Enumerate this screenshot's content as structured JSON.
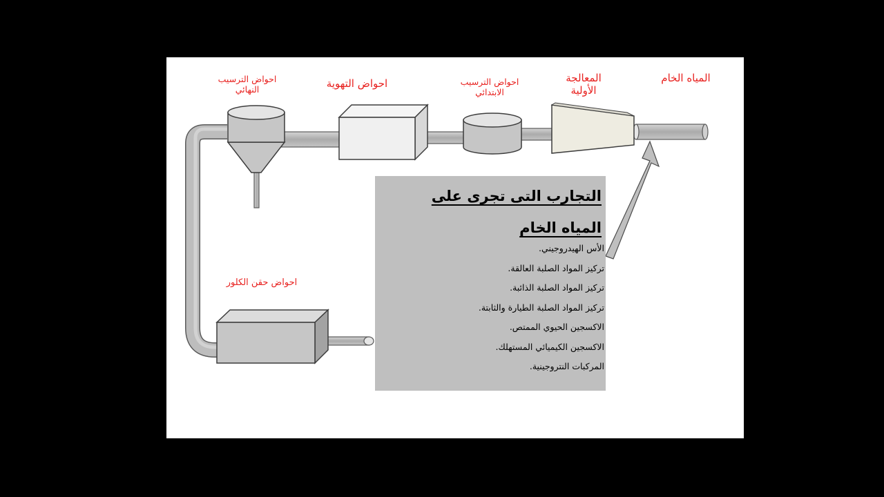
{
  "labels": {
    "raw_water": "المياه الخام",
    "pretreatment": "المعالجة الأولية",
    "primary_sedimentation": "احواض الترسيب الابتدائي",
    "aeration": "احواض التهوية",
    "final_sedimentation": "احواض الترسيب النهائي",
    "chlorination": "احواض حقن الكلور"
  },
  "info_box": {
    "title": "التجارب التى تجرى على المياه الخام",
    "items": [
      "الأس الهيدروجيني.",
      "تركيز المواد الصلبة العالقة.",
      "تركيز المواد الصلبة الذائبة.",
      "تركيز المواد الصلبة الطيارة والثابتة.",
      "الاكسجين الحيوي الممتص.",
      "الاكسجين الكيميائي المستهلك.",
      "المركبات النتروجينية."
    ]
  },
  "colors": {
    "label": "#e8201e",
    "equipment_fill": "#c6c6c6",
    "aeration_fill": "#f0f0f0",
    "pretreatment_fill": "#eeece1",
    "info_fill": "#bfbfbf"
  }
}
